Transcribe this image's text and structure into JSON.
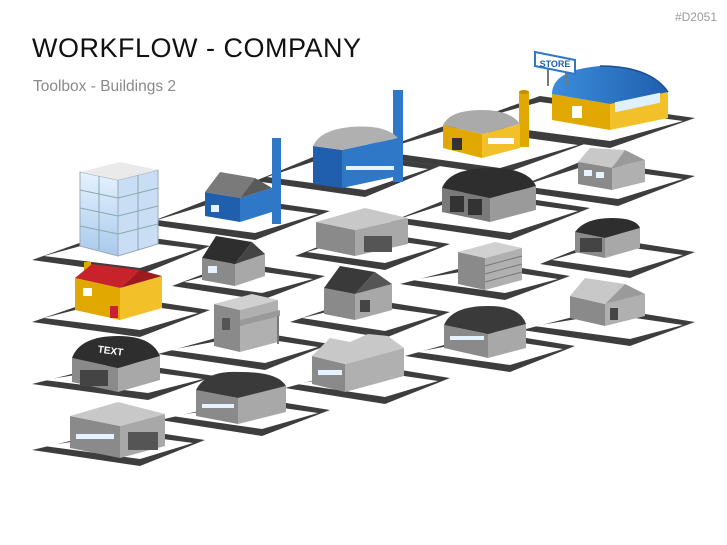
{
  "header": {
    "title": "WORKFLOW - COMPANY",
    "subtitle": "Toolbox - Buildings 2",
    "code": "#D2051"
  },
  "labels": {
    "store_sign": "STORE",
    "text_building": "TEXT"
  },
  "colors": {
    "tile_dark": "#3d3d3d",
    "tile_light": "#ffffff",
    "blue": "#2f78c8",
    "yellow": "#f2c12a",
    "red_roof": "#c8232b",
    "gray": "#9a9a9a",
    "dark_roof": "#2e2e2e"
  }
}
